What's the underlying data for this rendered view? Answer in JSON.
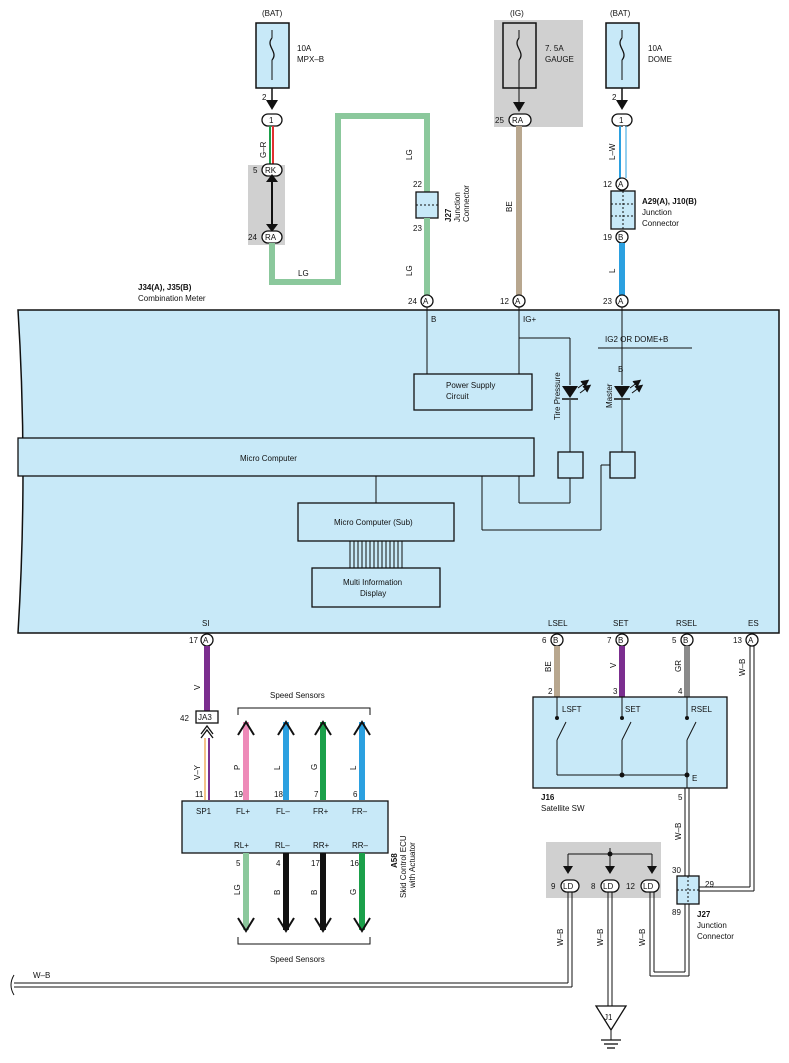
{
  "fuses": {
    "mpx": {
      "supply": "(BAT)",
      "rating": "10A",
      "name": "MPX–B",
      "pin": "2"
    },
    "gauge": {
      "supply": "(IG)",
      "rating": "7. 5A",
      "name": "GAUGE",
      "pin": "25",
      "conn": "RA"
    },
    "dome": {
      "supply": "(BAT)",
      "rating": "10A",
      "name": "DOME",
      "pin": "2"
    }
  },
  "left_chain": {
    "c1": "1",
    "wire1": "G–R",
    "pin5": "5",
    "rk": "RK",
    "pin24": "24",
    "ra": "RA",
    "lg_bottom": "LG"
  },
  "j27_top": {
    "lg_top": "LG",
    "pin22": "22",
    "pin23": "23",
    "lg_lower": "LG",
    "name": "J27",
    "label1": "Junction",
    "label2": "Connector"
  },
  "gauge_wire": {
    "color": "BE"
  },
  "right_chain": {
    "c1": "1",
    "wire1": "L–W",
    "pin12": "12",
    "a": "A",
    "name": "A29(A), J10(B)",
    "label1": "Junction",
    "label2": "Connector",
    "pin19": "19",
    "bconn": "B",
    "wire2": "L"
  },
  "meter": {
    "name": "J34(A), J35(B)",
    "desc": "Combination Meter",
    "pin24": "24",
    "pin12": "12",
    "pin23": "23",
    "a": "A",
    "b_label": "B",
    "ig_label": "IG+",
    "b2_label": "B",
    "power_supply1": "Power Supply",
    "power_supply2": "Circuit",
    "tire_pressure": "Tire Pressure",
    "master": "Master",
    "ig2": "IG2 OR DOME+B",
    "micro": "Micro Computer",
    "micro_sub": "Micro Computer (Sub)",
    "mid1": "Multi Information",
    "mid2": "Display",
    "si": "SI",
    "lsel": "LSEL",
    "set": "SET",
    "rsel": "RSEL",
    "es": "ES",
    "pin17": "17",
    "pin6": "6",
    "pin7": "7",
    "pin5": "5",
    "pin13": "13",
    "bconn": "B"
  },
  "ecu": {
    "name": "A58",
    "label1": "Skid Control ECU",
    "label2": "with Actuator",
    "wire_v": "V",
    "pin42": "42",
    "ja3": "JA3",
    "wire_vy": "V–Y",
    "pin11": "11",
    "top_sensors": "Speed Sensors",
    "bottom_sensors": "Speed Sensors",
    "top_pins": [
      {
        "pin": "11",
        "label": "SP1"
      },
      {
        "pin": "19",
        "label": "FL+",
        "wire": "P"
      },
      {
        "pin": "18",
        "label": "FL–",
        "wire": "L"
      },
      {
        "pin": "7",
        "label": "FR+",
        "wire": "G"
      },
      {
        "pin": "6",
        "label": "FR–",
        "wire": "L"
      }
    ],
    "bottom_pins": [
      {
        "pin": "5",
        "label": "RL+",
        "wire": "LG"
      },
      {
        "pin": "4",
        "label": "RL–",
        "wire": "B"
      },
      {
        "pin": "17",
        "label": "RR+",
        "wire": "B"
      },
      {
        "pin": "16",
        "label": "RR–",
        "wire": "G"
      }
    ]
  },
  "satellite": {
    "name": "J16",
    "desc": "Satellite SW",
    "wire_be": "BE",
    "wire_v": "V",
    "wire_gr": "GR",
    "wire_wb": "W–B",
    "pin2": "2",
    "pin3": "3",
    "pin4": "4",
    "lsft": "LSFT",
    "set": "SET",
    "rsel": "RSEL",
    "e": "E",
    "pin5": "5",
    "wire_e": "W–B"
  },
  "j27_bottom": {
    "name": "J27",
    "label1": "Junction",
    "label2": "Connector",
    "pin30": "30",
    "pin29": "29",
    "pin89": "89"
  },
  "ground": {
    "pin9": "9",
    "pin8": "8",
    "pin12": "12",
    "ld": "LD",
    "wire": "W–B",
    "gnd": "J1",
    "left_wire": "W–B"
  },
  "colors": {
    "fill": "#c8e9f8",
    "lg": "#8bc89c",
    "be": "#b8a78f",
    "l": "#2ba0e0",
    "v": "#7b2e8f",
    "p": "#ee8ab8",
    "g": "#1ba04a",
    "gr": "#8a8a8a",
    "shade": "#d0d0d0"
  }
}
